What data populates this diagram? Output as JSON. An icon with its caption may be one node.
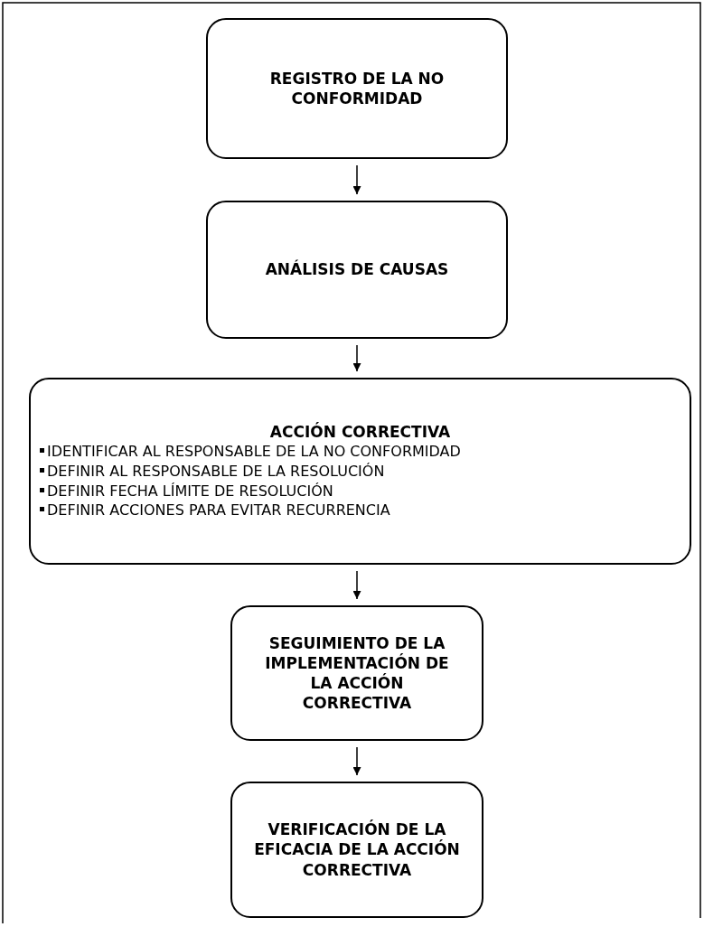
{
  "diagram": {
    "nodes": [
      {
        "text": [
          "REGISTRO DE LA NO CONFORMIDAD"
        ]
      },
      {
        "text": [
          "ANÁLISIS DE CAUSAS"
        ]
      },
      {
        "text": [
          "ACCIÓN CORRECTIVA",
          "IDENTIFICAR AL RESPONSABLE DE LA NO CONFORMIDAD",
          "DEFINIR AL RESPONSABLE DE LA RESOLUCIÓN",
          "DEFINIR FECHA LÍMITE DE RESOLUCIÓN",
          "DEFINIR ACCIONES PARA EVITAR RECURRENCIA"
        ]
      },
      {
        "text": [
          "SEGUIMIENTO DE LA IMPLEMENTACIÓN DE LA ACCIÓN CORRECTIVA"
        ]
      },
      {
        "text": [
          "VERIFICACIÓN DE LA EFICACIA DE LA ACCIÓN CORRECTIVA"
        ]
      }
    ],
    "edges": [
      {
        "from": 0,
        "to": 1,
        "arrow": "to"
      },
      {
        "from": 1,
        "to": 2,
        "arrow": "to"
      },
      {
        "from": 2,
        "to": 3,
        "arrow": "to"
      },
      {
        "from": 3,
        "to": 4,
        "arrow": "to"
      }
    ]
  }
}
